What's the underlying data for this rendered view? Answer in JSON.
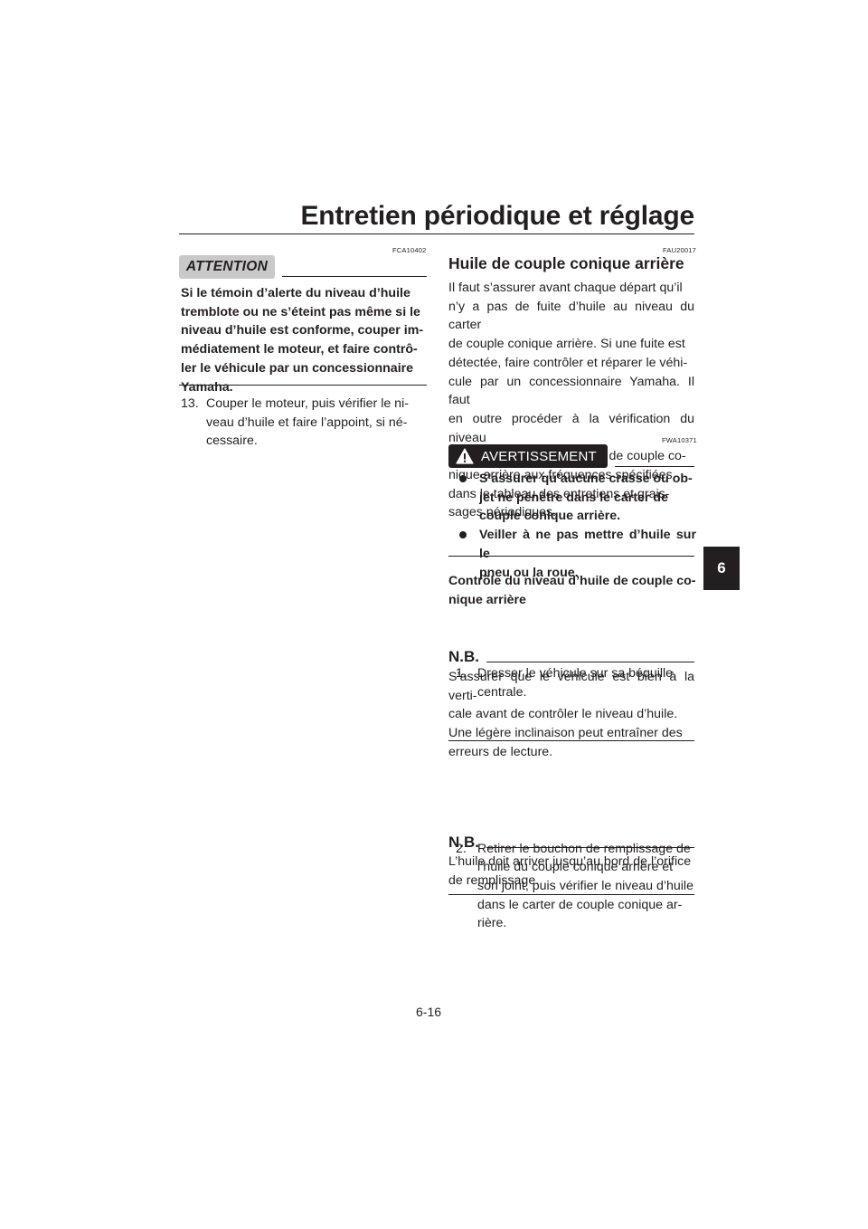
{
  "header": {
    "title": "Entretien périodique et réglage"
  },
  "chapter_tab": "6",
  "left": {
    "code": "FCA10402",
    "caution": {
      "label": "ATTENTION",
      "lines": [
        "Si le témoin d’alerte du niveau d’huile",
        "tremblote ou ne s’éteint pas même si le",
        "niveau d’huile est conforme, couper im-",
        "médiatement le moteur, et faire contrô-",
        "ler le véhicule par un concessionnaire",
        "Yamaha."
      ]
    },
    "step13": {
      "num": "13.",
      "lines": [
        "Couper le moteur, puis vérifier le ni-",
        "veau d’huile et faire l’appoint, si né-",
        "cessaire."
      ]
    }
  },
  "right": {
    "code": "FAU20017",
    "heading": "Huile de couple conique arrière",
    "intro_lines": [
      "Il faut s’assurer avant chaque départ qu’il",
      "n’y a pas de fuite d’huile au niveau du carter",
      "de couple conique arrière. Si une fuite est",
      "détectée, faire contrôler et réparer le véhi-",
      "cule par un concessionnaire Yamaha. Il faut",
      "en outre procéder à la vérification du niveau",
      "et au changement de l’huile de couple co-",
      "nique arrière aux fréquences spécifiées",
      "dans le tableau des entretiens et grais-",
      "sages périodiques."
    ],
    "warning": {
      "code": "FWA10371",
      "label": "AVERTISSEMENT",
      "items": [
        {
          "lines": [
            "S’assurer qu’aucune crasse ou ob-",
            "jet ne pénètre dans le carter de",
            "couple conique arrière."
          ]
        },
        {
          "lines": [
            "Veiller à ne pas mettre d’huile sur le",
            "pneu ou la roue."
          ]
        }
      ]
    },
    "subheading_lines": [
      "Contrôle du niveau d’huile de couple co-",
      "nique arrière"
    ],
    "step1": {
      "num": "1.",
      "lines": [
        "Dresser le véhicule sur sa béquille",
        "centrale."
      ]
    },
    "nb1": {
      "label": "N.B.",
      "lines": [
        "S’assurer que le véhicule est bien à la verti-",
        "cale avant de contrôler le niveau d’huile.",
        "Une légère inclinaison peut entraîner des",
        "erreurs de lecture."
      ]
    },
    "step2": {
      "num": "2.",
      "lines": [
        "Retirer le bouchon de remplissage de",
        "l’huile du couple conique arrière et",
        "son joint, puis vérifier le niveau d’huile",
        "dans le carter de couple conique ar-",
        "rière."
      ]
    },
    "nb2": {
      "label": "N.B.",
      "lines": [
        "L’huile doit arriver jusqu’au bord de l’orifice",
        "de remplissage."
      ]
    }
  },
  "page_number": "6-16"
}
